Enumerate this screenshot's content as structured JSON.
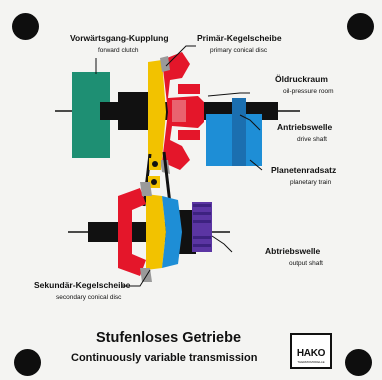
{
  "labels": {
    "forward_clutch": {
      "de": "Vorwärtsgang-Kupplung",
      "en": "forward clutch"
    },
    "primary_disc": {
      "de": "Primär-Kegelscheibe",
      "en": "primary conical disc"
    },
    "oil_pressure": {
      "de": "Öldruckraum",
      "en": "oil-pressure room"
    },
    "drive_shaft": {
      "de": "Antriebswelle",
      "en": "drive shaft"
    },
    "planetary": {
      "de": "Planetenradsatz",
      "en": "planetary train"
    },
    "output_shaft": {
      "de": "Abtriebswelle",
      "en": "output shaft"
    },
    "secondary_disc": {
      "de": "Sekundär-Kegelscheibe",
      "en": "secondary conical disc"
    }
  },
  "title": {
    "de": "Stufenloses Getriebe",
    "en": "Continuously variable transmission"
  },
  "logo": {
    "name": "HAKO",
    "sub": "THERMOMODELLE"
  },
  "colors": {
    "clutch": "#1e8f73",
    "cone_yellow": "#f2c200",
    "pressure_red": "#e4162a",
    "planetary_blue": "#1e8ed6",
    "output_purple": "#5b35a3",
    "shaft": "#111111",
    "board": "#f4f4f2"
  }
}
